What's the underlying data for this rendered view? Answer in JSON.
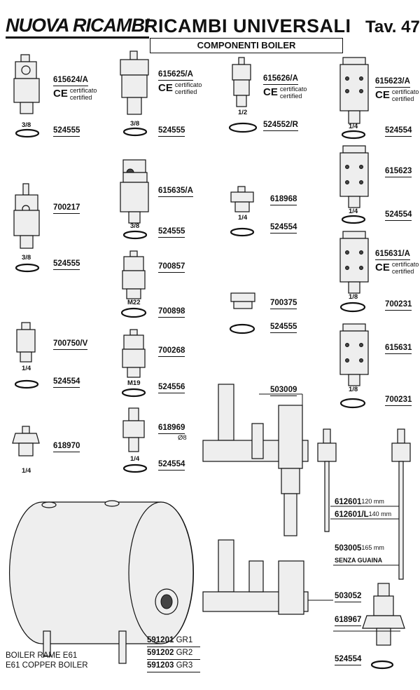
{
  "header": {
    "brand": "NUOVA RICAMBI",
    "title": "RICAMBI UNIVERSALI",
    "tav": "Tav. 47",
    "subtitle": "COMPONENTI BOILER"
  },
  "cert": {
    "mark": "CE",
    "text1": "certificato",
    "text2": "certified"
  },
  "labels": {
    "p615624A": "615624/A",
    "p524555a": "524555",
    "s38a": "3/8",
    "p615625A": "615625/A",
    "p524555b": "524555",
    "s38b": "3/8",
    "p615626A": "615626/A",
    "p524552R": "524552/R",
    "s12": "1/2",
    "p615623A": "615623/A",
    "p524554a": "524554",
    "s14a": "1/4",
    "p615623": "615623",
    "p524554b": "524554",
    "s14b": "1/4",
    "p615635A": "615635/A",
    "p524555c": "524555",
    "s38c": "3/8",
    "p618968": "618968",
    "p524554c": "524554",
    "s14c": "1/4",
    "p700217": "700217",
    "p524555d": "524555",
    "s38d": "3/8",
    "p700857": "700857",
    "p700898": "700898",
    "sM22": "M22",
    "p615631A": "615631/A",
    "p700231a": "700231",
    "s18a": "1/8",
    "p700375": "700375",
    "p524555e": "524555",
    "p700750V": "700750/V",
    "p524554d": "524554",
    "s14d": "1/4",
    "p700268": "700268",
    "p524556": "524556",
    "sM19": "M19",
    "p615631": "615631",
    "p700231b": "700231",
    "s18b": "1/8",
    "p503009": "503009",
    "p618970": "618970",
    "s14e": "1/4",
    "p618969": "618969",
    "sDia8": "Ø8",
    "p524554e": "524554",
    "s14f": "1/4",
    "p612601": "612601",
    "n120": "120 mm",
    "p612601L": "612601/L",
    "n140": "140 mm",
    "p503005": "503005",
    "n165": "165 mm",
    "senza": "SENZA GUAINA",
    "p503052": "503052",
    "p618967": "618967",
    "p524554f": "524554"
  },
  "boiler": {
    "line1": "BOILER RAME E61",
    "line2": "E61 COPPER BOILER",
    "variants": [
      {
        "code": "591201",
        "grade": "GR1"
      },
      {
        "code": "591202",
        "grade": "GR2"
      },
      {
        "code": "591203",
        "grade": "GR3"
      }
    ]
  }
}
